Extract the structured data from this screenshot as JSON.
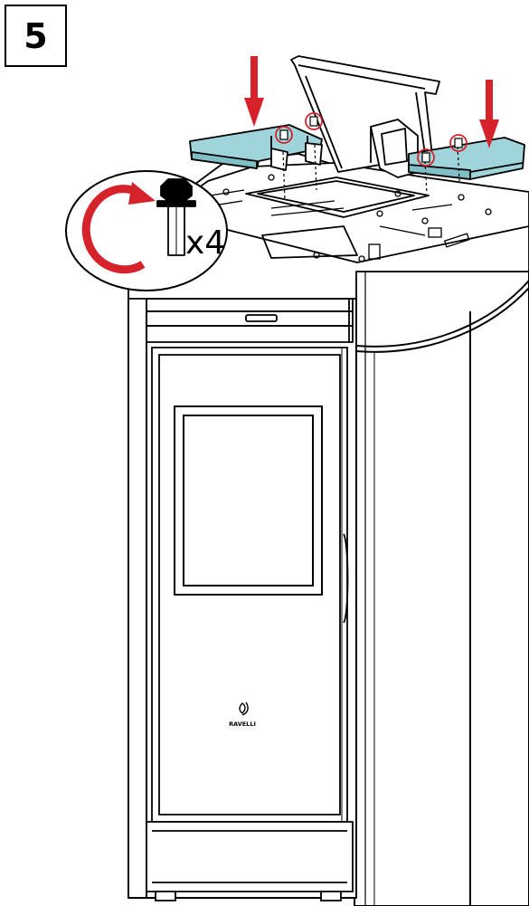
{
  "step": {
    "number": "5"
  },
  "callout": {
    "quantity": "x4",
    "rotation": "clockwise",
    "fastener": "hex-flange-bolt"
  },
  "product": {
    "brand": "RAVELLI"
  },
  "colors": {
    "accent_red": "#d6232b",
    "cover_panel": "#9fd5da",
    "line": "#000000",
    "background": "#ffffff"
  }
}
